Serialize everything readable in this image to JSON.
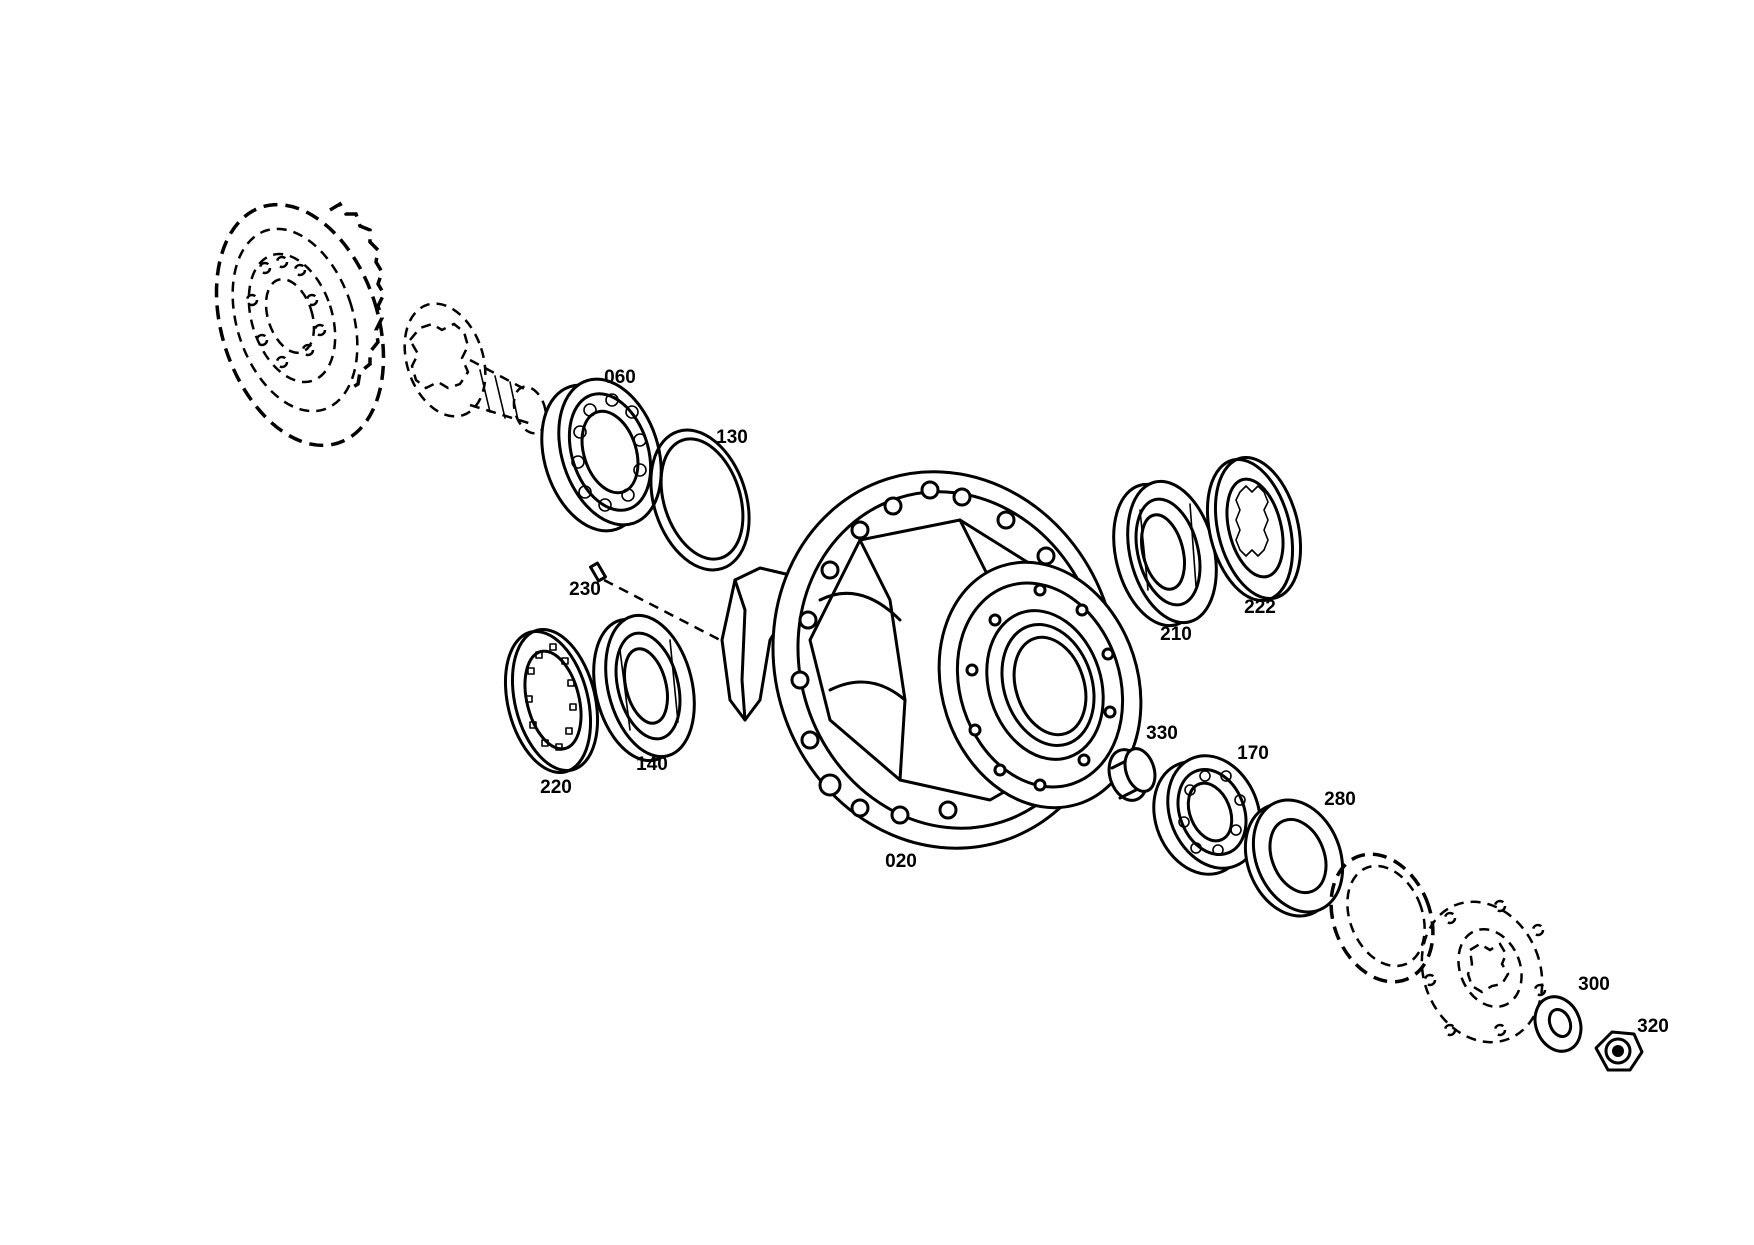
{
  "diagram": {
    "labels": {
      "p020": "020",
      "p060": "060",
      "p130": "130",
      "p140": "140",
      "p170": "170",
      "p210": "210",
      "p220": "220",
      "p222": "222",
      "p230": "230",
      "p280": "280",
      "p300": "300",
      "p320": "320",
      "p330": "330"
    }
  }
}
